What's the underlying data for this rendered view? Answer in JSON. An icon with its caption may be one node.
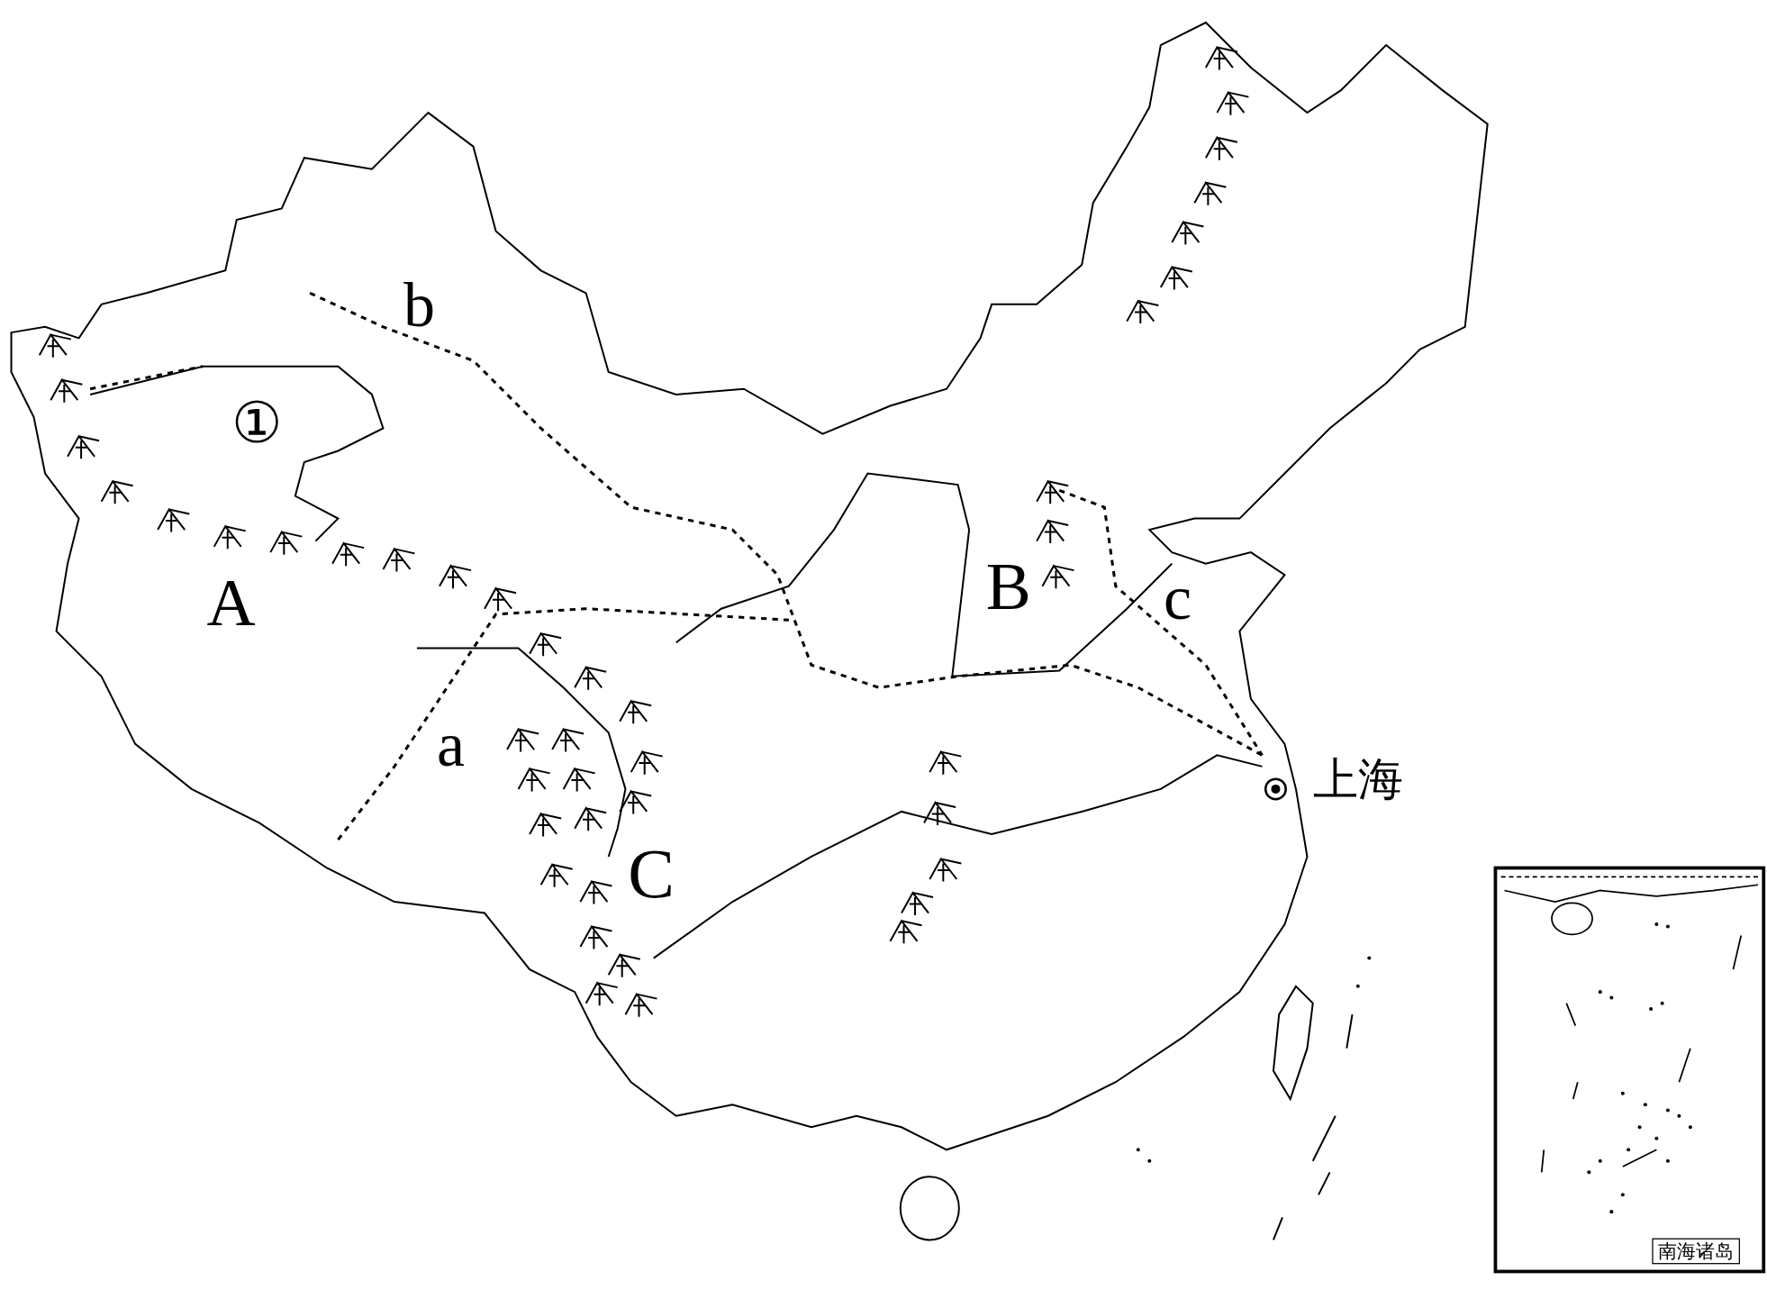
{
  "diagram": {
    "labels": [
      "b",
      "①",
      "A",
      "B",
      "c",
      "a",
      "C",
      "上海",
      "南海诸岛"
    ]
  }
}
